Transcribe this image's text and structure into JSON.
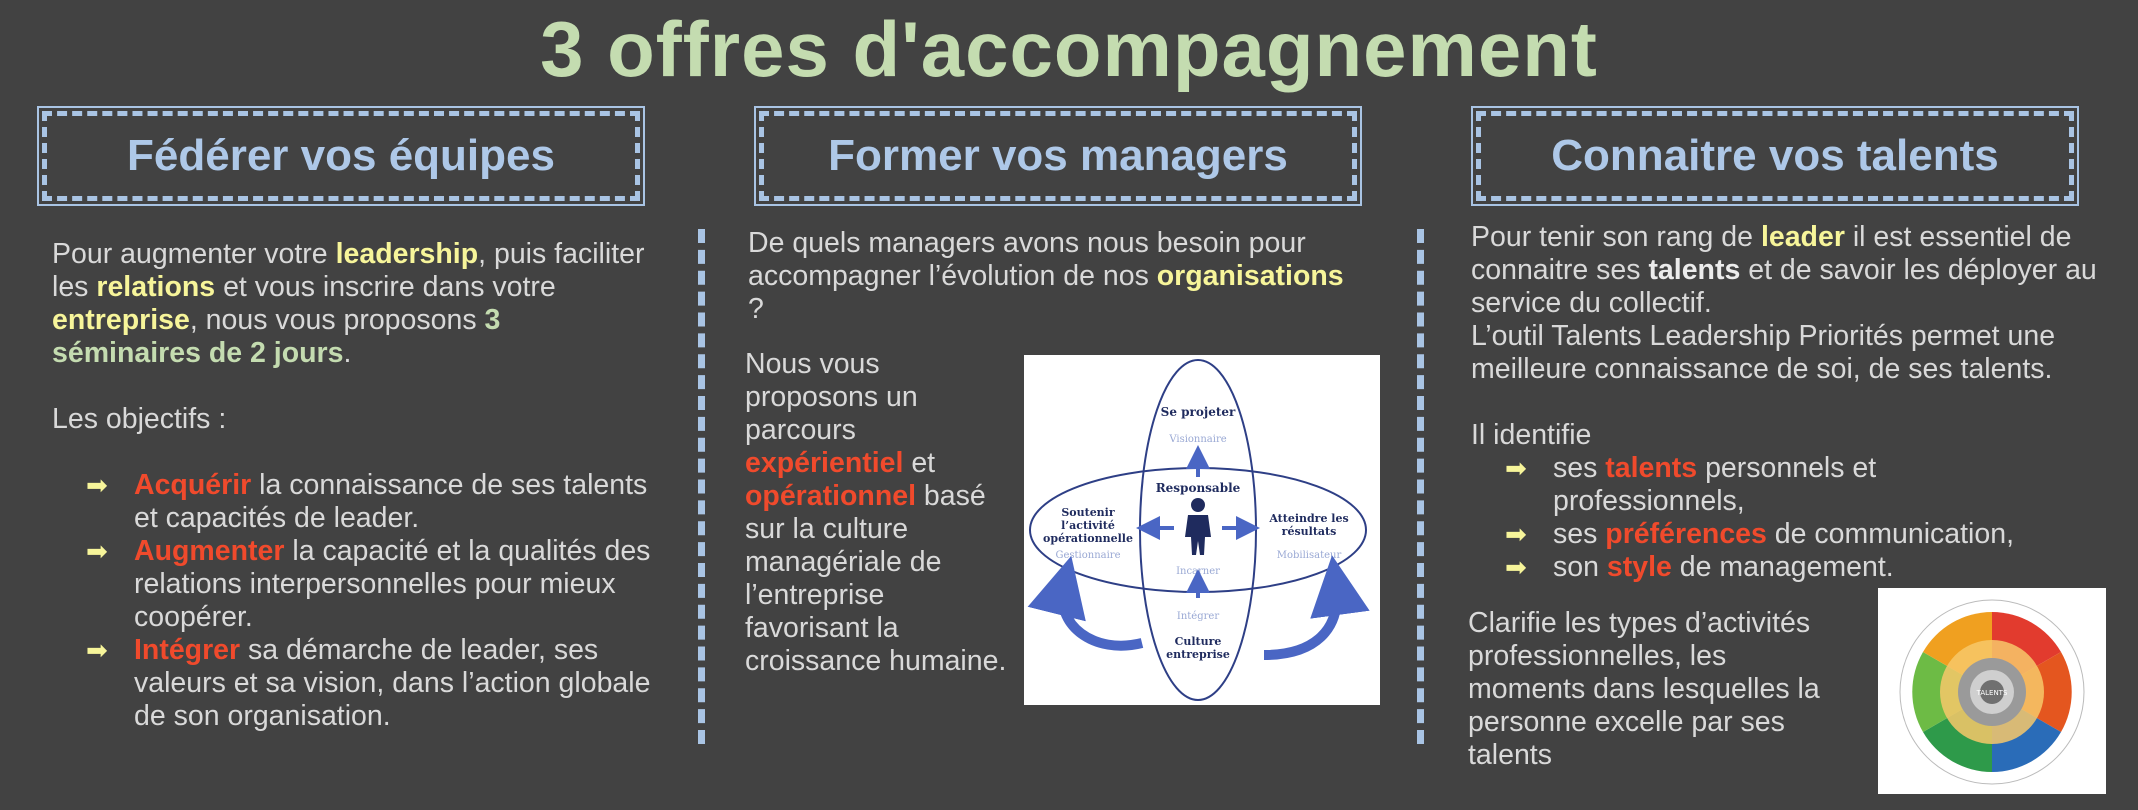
{
  "title": "3 offres d'accompagnement",
  "columns": [
    {
      "header": "Fédérer vos équipes",
      "intro": {
        "t1": "Pour augmenter votre ",
        "h1": "leadership",
        "t2": ", puis faciliter les ",
        "h2": "relations",
        "t3": " et vous inscrire dans votre ",
        "h3": "entreprise",
        "t4": ", nous vous proposons ",
        "h4": "3 séminaires de 2 jours",
        "t5": "."
      },
      "objectives_label": "Les objectifs :",
      "bullets": [
        {
          "highlight": "Acquérir",
          "text": " la connaissance de ses talents et capacités de leader."
        },
        {
          "highlight": "Augmenter",
          "text": " la capacité et la qualités des relations interpersonnelles pour mieux coopérer."
        },
        {
          "highlight": "Intégrer",
          "text": " sa démarche de leader, ses valeurs et sa vision, dans l’action globale de son organisation."
        }
      ]
    },
    {
      "header": "Former vos managers",
      "question": {
        "t1": "De quels managers avons nous besoin pour accompagner l’évolution de nos ",
        "h1": "organisations",
        "t2": " ?"
      },
      "proposal": {
        "t1": "Nous vous proposons un parcours ",
        "h1": "expérientiel",
        "t2": " et ",
        "h2": "opérationnel",
        "t3": " basé sur la culture managériale de l’entreprise favorisant la croissance humaine."
      },
      "diagram": {
        "top": "Se projeter",
        "top_sub": "Visionnaire",
        "center": "Responsable",
        "center_sub": "Incarner",
        "left_l1": "Soutenir",
        "left_l2": "l’activité",
        "left_l3": "opérationnelle",
        "left_sub": "Gestionnaire",
        "right_l1": "Atteindre les",
        "right_l2": "résultats",
        "right_sub": "Mobilisateur",
        "bottom_sub": "Intégrer",
        "bottom_l1": "Culture",
        "bottom_l2": "entreprise"
      }
    },
    {
      "header": "Connaitre vos talents",
      "p1": {
        "t1": "Pour tenir son rang de ",
        "h1": "leader",
        "t2": " il est essentiel de connaitre ses ",
        "h2": "talents",
        "t3": " et de savoir les déployer au service du collectif."
      },
      "p2": "L’outil Talents Leadership Priorités permet une meilleure connaissance de soi, de ses talents.",
      "identifies_label": "Il identifie",
      "bullets": [
        {
          "pre": "ses ",
          "highlight": "talents",
          "text": " personnels et professionnels,"
        },
        {
          "pre": "ses ",
          "highlight": "préférences",
          "text": " de communication,"
        },
        {
          "pre": "son ",
          "highlight": "style",
          "text": " de management."
        }
      ],
      "p3": "Clarifie les types d’activités professionnelles, les moments dans lesquelles la personne excelle par ses talents",
      "wheel_center": "TALENTS"
    }
  ],
  "colors": {
    "background": "#424242",
    "title": "#c4dcb0",
    "header": "#aec8e8",
    "border": "#a9c4e4",
    "highlight_yellow": "#f7f59a",
    "highlight_red": "#f04a2c",
    "diagram_blue": "#2e3f86"
  },
  "icons": {
    "bullet": "right-arrow-icon"
  }
}
